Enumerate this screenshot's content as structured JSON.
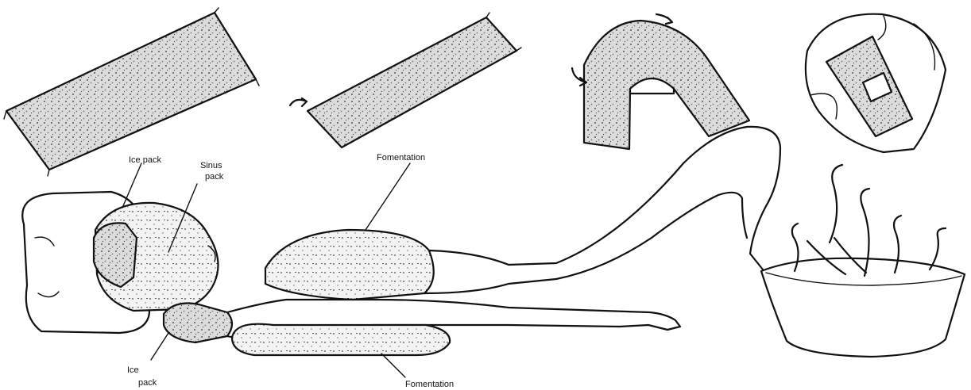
{
  "labels": {
    "ice_pack_top": "Ice pack",
    "sinus_pack_line1": "Sinus",
    "sinus_pack_line2": "pack",
    "fomentation_top": "Fomentation",
    "ice_pack_bottom_line1": "Ice",
    "ice_pack_bottom_line2": "pack",
    "fomentation_bottom": "Fomentation"
  }
}
